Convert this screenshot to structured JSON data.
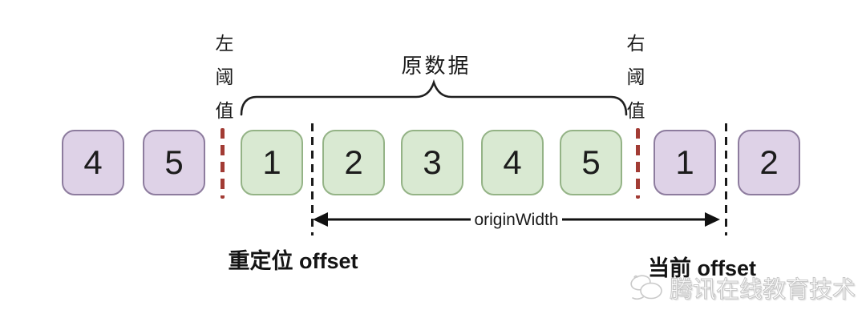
{
  "diagram": {
    "title": "原数据",
    "left_threshold": "左阈值",
    "right_threshold": "右阈值",
    "origin_width_label": "originWidth",
    "reposition_offset_label": "重定位 offset",
    "current_offset_label": "当前 offset",
    "watermark_text": "腾讯在线教育技术",
    "boxes": [
      {
        "label": "4",
        "variant": "purple"
      },
      {
        "label": "5",
        "variant": "purple"
      },
      {
        "label": "1",
        "variant": "green"
      },
      {
        "label": "2",
        "variant": "green"
      },
      {
        "label": "3",
        "variant": "green"
      },
      {
        "label": "4",
        "variant": "green"
      },
      {
        "label": "5",
        "variant": "green"
      },
      {
        "label": "1",
        "variant": "purple"
      },
      {
        "label": "2",
        "variant": "purple"
      }
    ],
    "colors": {
      "green_fill": "#d9e9d2",
      "green_border": "#94b386",
      "purple_fill": "#ded2e7",
      "purple_border": "#8d7c9e",
      "threshold_line": "#a23b34",
      "divider_line": "#1a1a1a"
    }
  }
}
